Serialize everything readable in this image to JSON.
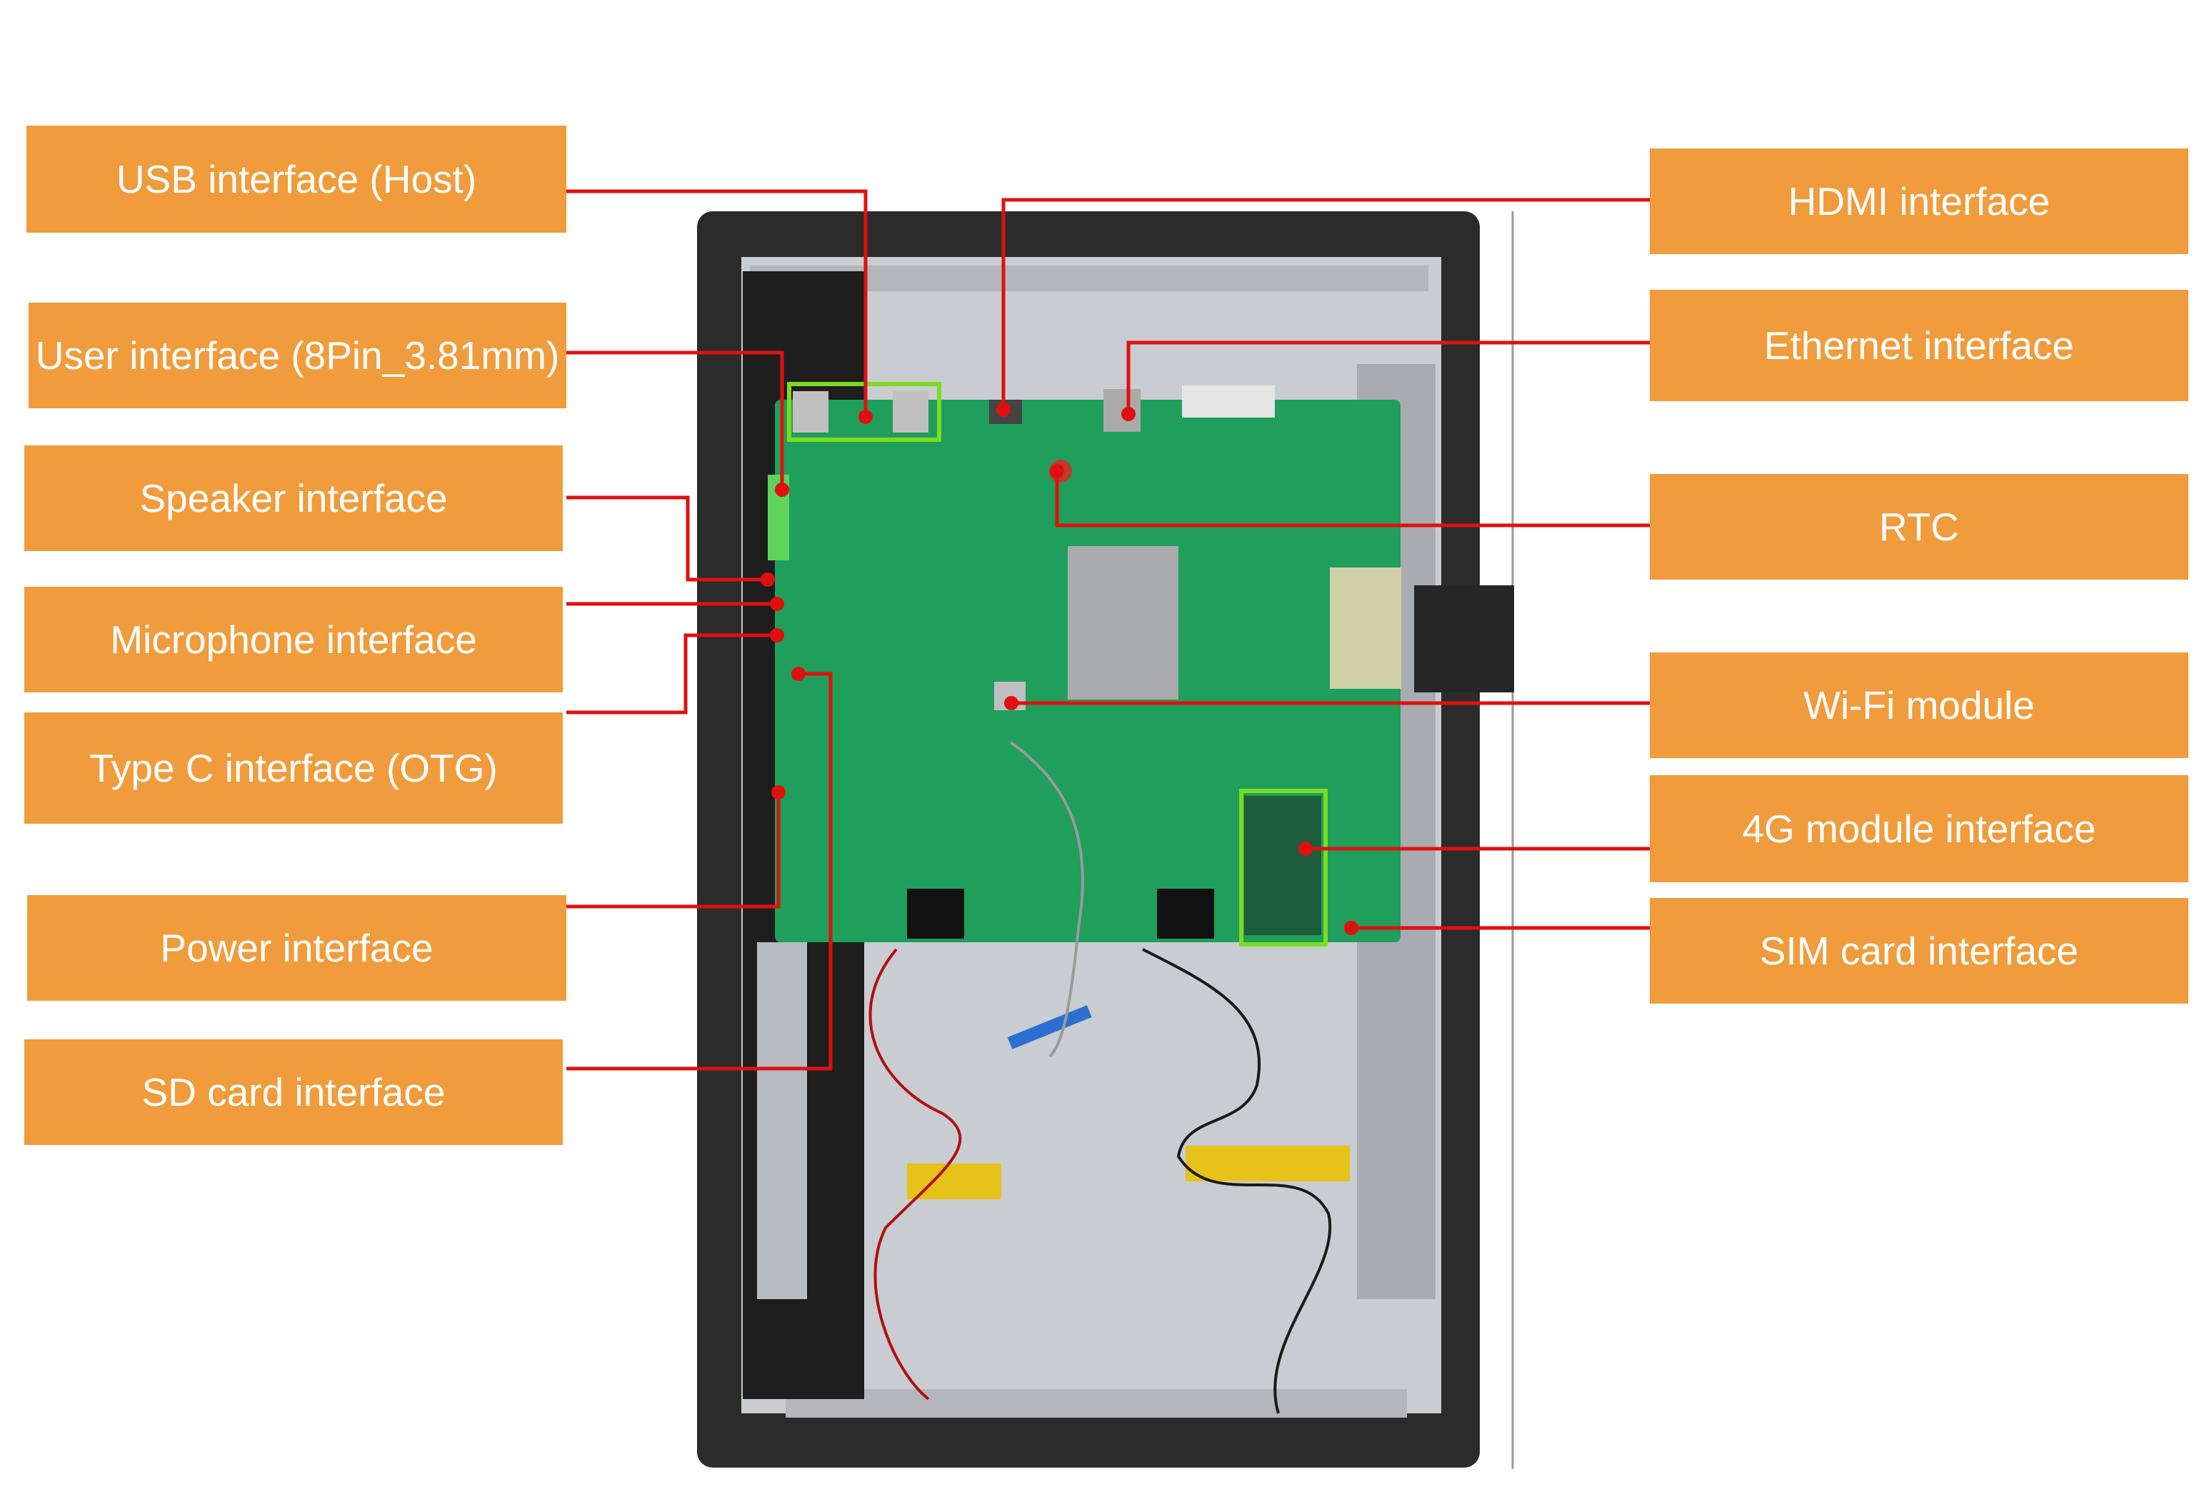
{
  "labels": {
    "usb_host": "USB interface (Host)",
    "user_interface": "User interface (8Pin_3.81mm)",
    "speaker": "Speaker interface",
    "microphone": "Microphone interface",
    "type_c": "Type C interface (OTG)",
    "power": "Power interface",
    "sd_card": "SD card interface",
    "hdmi": "HDMI interface",
    "ethernet": "Ethernet interface",
    "rtc": "RTC",
    "wifi": "Wi-Fi module",
    "module_4g": "4G module interface",
    "sim_card": "SIM card interface"
  },
  "colors": {
    "label_fill": "#f09c3c",
    "label_text": "#ffffff",
    "leader_line": "#e01010",
    "highlight_box": "#7ddc1f",
    "pcb": "#1f9e5c",
    "frame": "#2b2b2b",
    "panel": "#c9ccd0"
  }
}
